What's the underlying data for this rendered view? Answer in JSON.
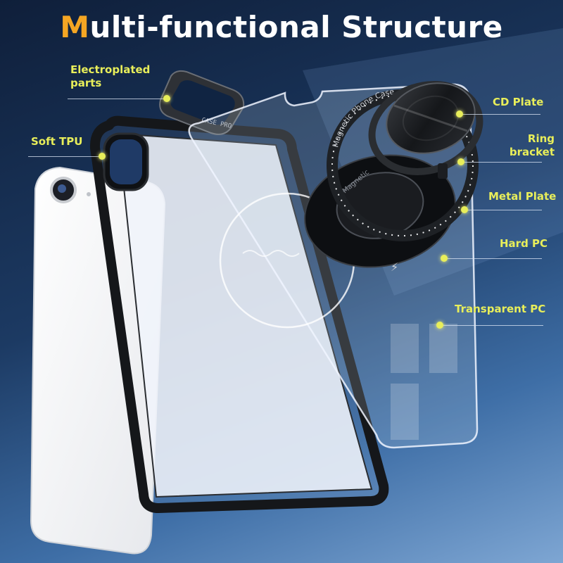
{
  "title": {
    "accent_letter": "M",
    "rest": "ulti-functional Structure"
  },
  "brand_mark": "CASE PRO",
  "ring_text": "Magnetic Phone Case",
  "labels": {
    "electroplated_line1": "Electroplated",
    "electroplated_line2": "parts",
    "soft_tpu": "Soft TPU",
    "cd_plate": "CD Plate",
    "ring_line1": "Ring",
    "ring_line2": "bracket",
    "metal_plate": "Metal Plate",
    "hard_pc": "Hard PC",
    "transparent_pc": "Transparent PC"
  },
  "colors": {
    "accent": "#f5a623",
    "label": "#e8ee5a",
    "title": "#ffffff"
  }
}
